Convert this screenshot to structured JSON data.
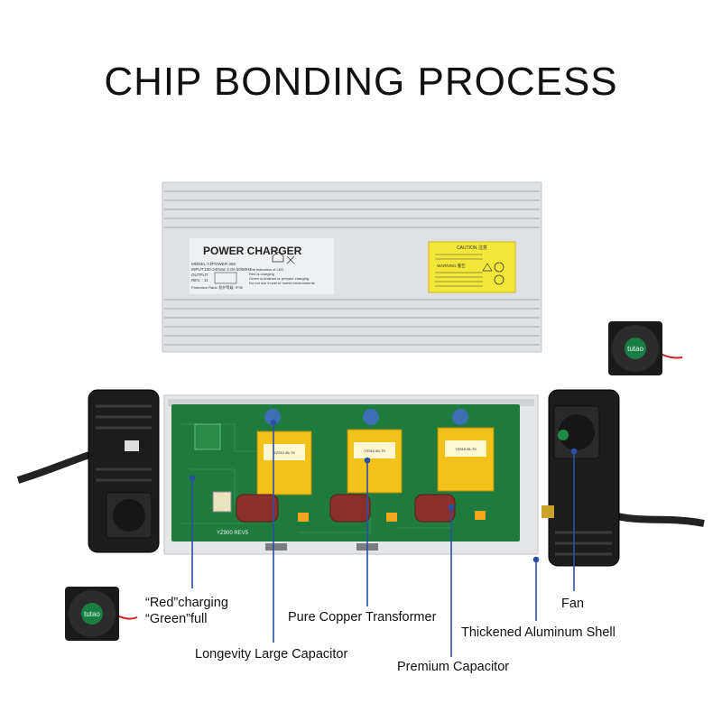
{
  "title": "CHIP BONDING PROCESS",
  "charger_label": {
    "heading": "POWER CHARGER",
    "model": "MODEL:YZPOWER-450",
    "input": "INPUT:100-240Vac 2.0A 50/60Hz",
    "output": "OUTPUT",
    "rev": "REV. : 11",
    "led_note_1": "The indication of LED",
    "led_note_2": "Red is charging",
    "led_note_3": "Green is finished or prepare charging",
    "led_note_4": "Do not use in wet or humid environments",
    "protection": "Protection Rank: 防护等级: IP30"
  },
  "warning_label": {
    "caution": "CAUTION 注意",
    "warning": "WARNING 警告"
  },
  "board_text": {
    "part_number": "YZ900 REV5",
    "transformer_text": "YZ910 65-T9"
  },
  "fan_brand": "tutao",
  "callouts": {
    "charging_led_line1": "“Red”charging",
    "charging_led_line2": "“Green”full",
    "capacitor": "Longevity Large Capacitor",
    "transformer": "Pure Copper Transformer",
    "premium_capacitor": "Premium Capacitor",
    "shell": "Thickened Aluminum Shell",
    "fan": "Fan"
  },
  "colors": {
    "callout_line": "#2a4fa8",
    "pcb": "#1f7a3e",
    "transformer": "#f2c21a",
    "shell": "#d9dbde"
  }
}
